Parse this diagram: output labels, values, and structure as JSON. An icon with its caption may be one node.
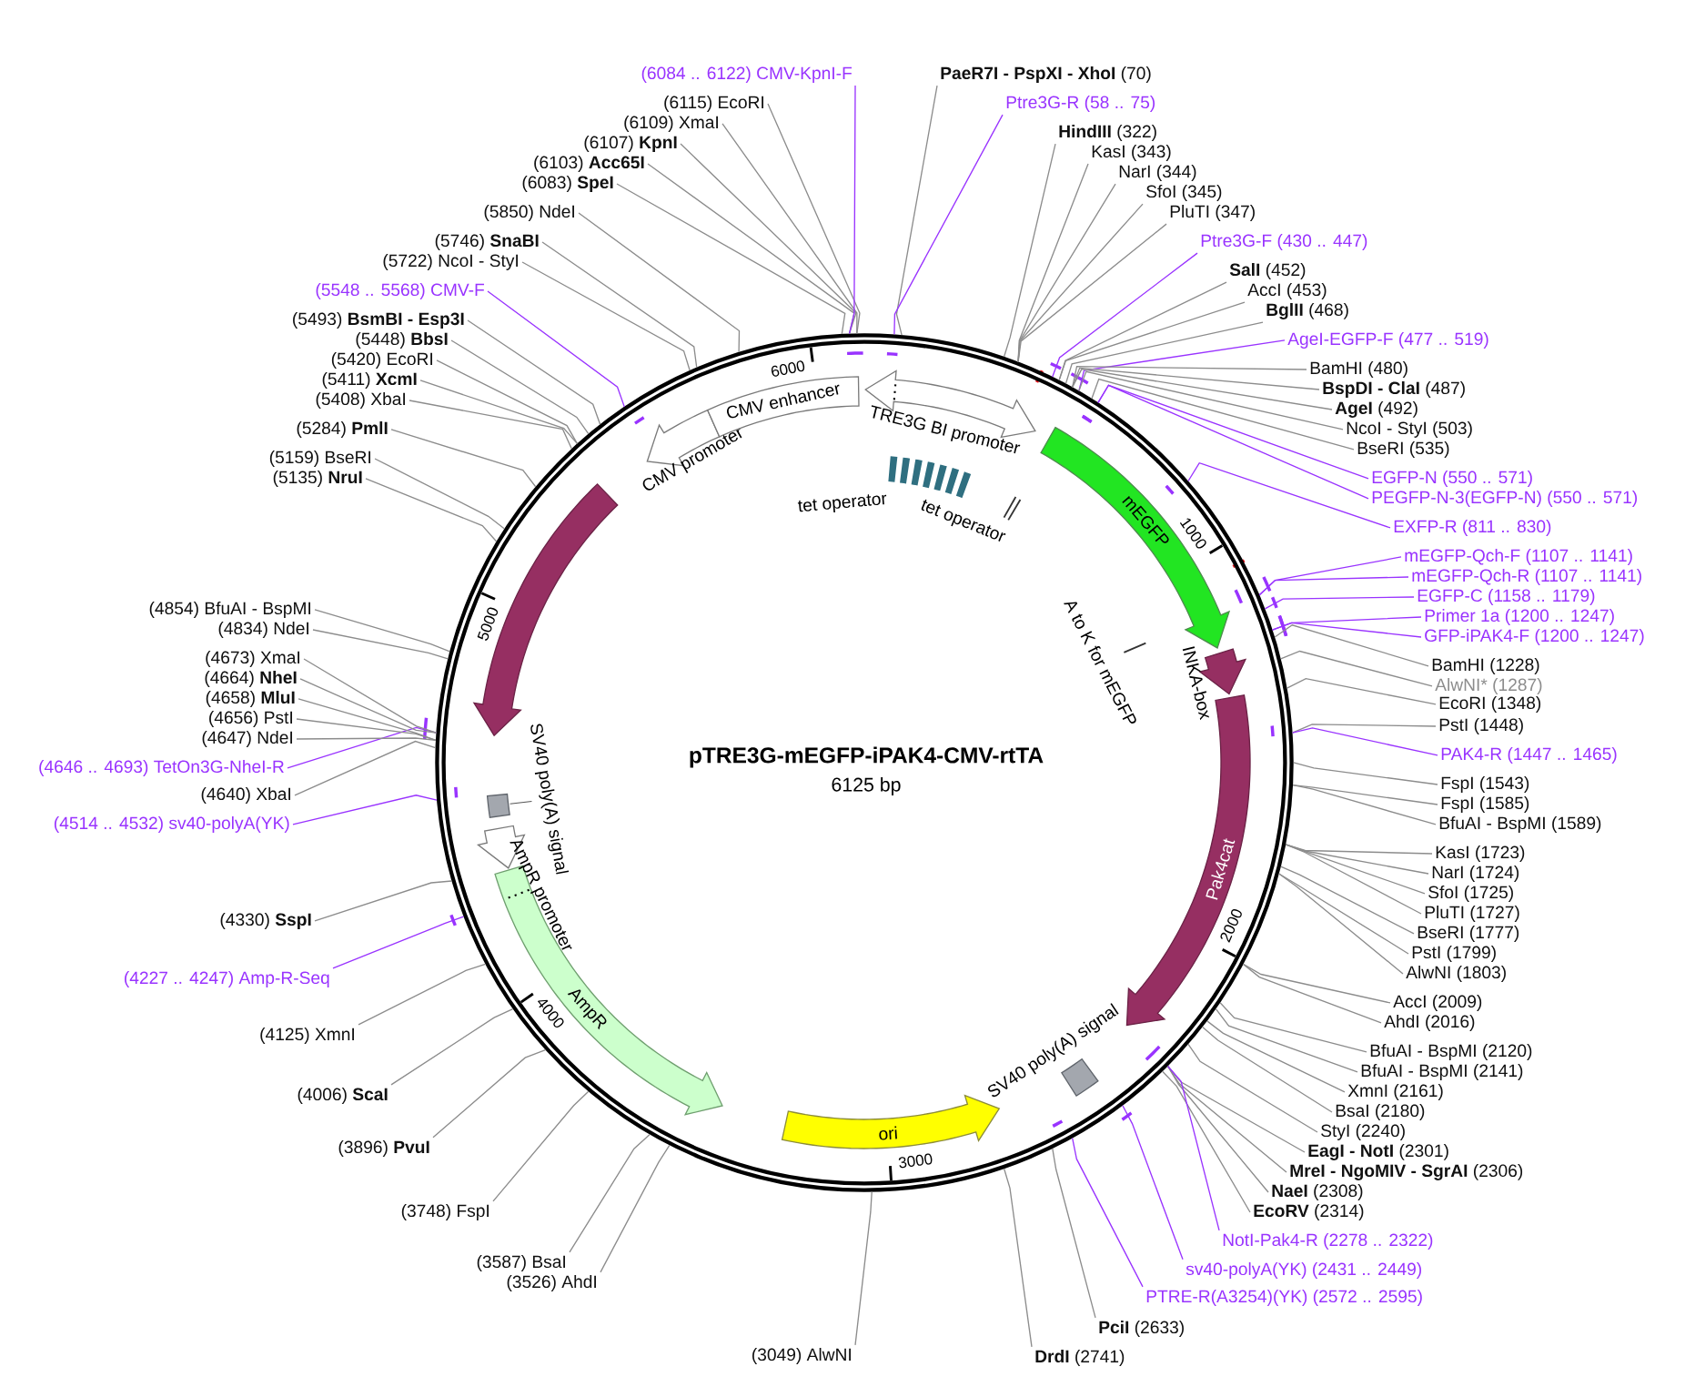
{
  "diagram": {
    "title": "pTRE3G-mEGFP-iPAK4-CMV-rtTA",
    "nodes": [
      {
        "text": [
          "**PaeR7I - PspXI - XhoI** (70)"
        ]
      },
      {
        "text": [
          "Ptre3G-R (58 .. 75)"
        ]
      },
      {
        "text": [
          "**HindIII** (322)"
        ]
      },
      {
        "text": [
          "KasI (343)"
        ]
      },
      {
        "text": [
          "NarI (344)"
        ]
      },
      {
        "text": [
          "SfoI (345)"
        ]
      },
      {
        "text": [
          "PluTI (347)"
        ]
      },
      {
        "text": [
          "Ptre3G-F (430 .. 447)"
        ]
      },
      {
        "text": [
          "**SalI** (452)"
        ]
      },
      {
        "text": [
          "AccI (453)"
        ]
      },
      {
        "text": [
          "**BglII** (468)"
        ]
      },
      {
        "text": [
          "AgeI-EGFP-F (477 .. 519)"
        ]
      },
      {
        "text": [
          "BamHI (480)"
        ]
      },
      {
        "text": [
          "**BspDI - ClaI** (487)"
        ]
      },
      {
        "text": [
          "**AgeI** (492)"
        ]
      },
      {
        "text": [
          "NcoI - StyI (503)"
        ]
      },
      {
        "text": [
          "BseRI (535)"
        ]
      },
      {
        "text": [
          "EGFP-N (550 .. 571)"
        ]
      },
      {
        "text": [
          "PEGFP-N-3(EGFP-N) (550 .. 571)"
        ]
      },
      {
        "text": [
          "EXFP-R (811 .. 830)"
        ]
      },
      {
        "text": [
          "mEGFP-Qch-F (1107 .. 1141)"
        ]
      },
      {
        "text": [
          "mEGFP-Qch-R (1107 .. 1141)"
        ]
      },
      {
        "text": [
          "EGFP-C (1158 .. 1179)"
        ]
      },
      {
        "text": [
          "Primer 1a (1200 .. 1247)"
        ]
      },
      {
        "text": [
          "GFP-iPAK4-F (1200 .. 1247)"
        ]
      },
      {
        "text": [
          "BamHI (1228)"
        ]
      },
      {
        "text": [
          "AlwNI* (1287)"
        ]
      },
      {
        "text": [
          "EcoRI (1348)"
        ]
      },
      {
        "text": [
          "PstI (1448)"
        ]
      },
      {
        "text": [
          "PAK4-R (1447 .. 1465)"
        ]
      },
      {
        "text": [
          "FspI (1543)"
        ]
      },
      {
        "text": [
          "FspI (1585)"
        ]
      },
      {
        "text": [
          "BfuAI - BspMI (1589)"
        ]
      },
      {
        "text": [
          "KasI (1723)"
        ]
      },
      {
        "text": [
          "NarI (1724)"
        ]
      },
      {
        "text": [
          "SfoI (1725)"
        ]
      },
      {
        "text": [
          "PluTI (1727)"
        ]
      },
      {
        "text": [
          "BseRI (1777)"
        ]
      },
      {
        "text": [
          "PstI (1799)"
        ]
      },
      {
        "text": [
          "AlwNI (1803)"
        ]
      },
      {
        "text": [
          "AccI (2009)"
        ]
      },
      {
        "text": [
          "AhdI (2016)"
        ]
      },
      {
        "text": [
          "BfuAI - BspMI (2120)"
        ]
      },
      {
        "text": [
          "BfuAI - BspMI (2141)"
        ]
      },
      {
        "text": [
          "XmnI (2161)"
        ]
      },
      {
        "text": [
          "BsaI (2180)"
        ]
      },
      {
        "text": [
          "StyI (2240)"
        ]
      },
      {
        "text": [
          "**EagI - NotI** (2301)"
        ]
      },
      {
        "text": [
          "**MreI - NgoMIV - SgrAI** (2306)"
        ]
      },
      {
        "text": [
          "**NaeI** (2308)"
        ]
      },
      {
        "text": [
          "**EcoRV** (2314)"
        ]
      },
      {
        "text": [
          "NotI-Pak4-R (2278 .. 2322)"
        ]
      },
      {
        "text": [
          "sv40-polyA(YK) (2431 .. 2449)"
        ]
      },
      {
        "text": [
          "PTRE-R(A3254)(YK) (2572 .. 2595)"
        ]
      },
      {
        "text": [
          "**PciI** (2633)"
        ]
      },
      {
        "text": [
          "**DrdI** (2741)"
        ]
      },
      {
        "text": [
          "(3049) AlwNI"
        ]
      },
      {
        "text": [
          "(3526) AhdI"
        ]
      },
      {
        "text": [
          "(3587) BsaI"
        ]
      },
      {
        "text": [
          "(3748) FspI"
        ]
      },
      {
        "text": [
          "(3896) **PvuI**"
        ]
      },
      {
        "text": [
          "(4006) **ScaI**"
        ]
      },
      {
        "text": [
          "(4125) XmnI"
        ]
      },
      {
        "text": [
          "(4227 .. 4247) Amp-R-Seq"
        ]
      },
      {
        "text": [
          "(4330) **SspI**"
        ]
      },
      {
        "text": [
          "(4514 .. 4532) sv40-polyA(YK)"
        ]
      },
      {
        "text": [
          "(4640) XbaI"
        ]
      },
      {
        "text": [
          "(4646 .. 4693) TetOn3G-NheI-R"
        ]
      },
      {
        "text": [
          "(4647) NdeI"
        ]
      },
      {
        "text": [
          "(4656) PstI"
        ]
      },
      {
        "text": [
          "(4658) **MluI**"
        ]
      },
      {
        "text": [
          "(4664) **NheI**"
        ]
      },
      {
        "text": [
          "(4673) XmaI"
        ]
      },
      {
        "text": [
          "(4834) NdeI"
        ]
      },
      {
        "text": [
          "(4854) BfuAI - BspMI"
        ]
      },
      {
        "text": [
          "(5135) **NruI**"
        ]
      },
      {
        "text": [
          "(5159) BseRI"
        ]
      },
      {
        "text": [
          "(5284) **PmlI**"
        ]
      },
      {
        "text": [
          "(5408) XbaI"
        ]
      },
      {
        "text": [
          "(5411) **XcmI**"
        ]
      },
      {
        "text": [
          "(5420) EcoRI"
        ]
      },
      {
        "text": [
          "(5448) **BbsI**"
        ]
      },
      {
        "text": [
          "(5493) **BsmBI - Esp3I**"
        ]
      },
      {
        "text": [
          "(5548 .. 5568) CMV-F"
        ]
      },
      {
        "text": [
          "(5722) NcoI - StyI"
        ]
      },
      {
        "text": [
          "(5746) **SnaBI**"
        ]
      },
      {
        "text": [
          "(5850) NdeI"
        ]
      },
      {
        "text": [
          "(6083) **SpeI**"
        ]
      },
      {
        "text": [
          "(6103) **Acc65I**"
        ]
      },
      {
        "text": [
          "(6107) **KpnI**"
        ]
      },
      {
        "text": [
          "(6109) XmaI"
        ]
      },
      {
        "text": [
          "(6115) EcoRI"
        ]
      },
      {
        "text": [
          "(6084 .. 6122) CMV-KpnI-F"
        ]
      },
      {
        "text": [],
        "shape": "circle"
      },
      {
        "text": [
          "TRE3G BI promoter"
        ],
        "in": 93
      },
      {
        "text": [
          "mEGFP"
        ],
        "in": 93
      },
      {
        "text": [
          "INKA-box"
        ],
        "in": 93
      },
      {
        "text": [
          "Pak4cat"
        ],
        "in": 93
      },
      {
        "text": [
          "SV40 poly(A) signal"
        ],
        "in": 93
      },
      {
        "text": [
          "ori"
        ],
        "in": 93
      },
      {
        "text": [
          "AmpR"
        ],
        "in": 93
      },
      {
        "text": [
          "AmpR promoter"
        ],
        "in": 93
      },
      {
        "text": [
          "SV40 poly(A) signal"
        ],
        "in": 93
      },
      {
        "text": [],
        "shape": "arrow",
        "in": 93
      },
      {
        "text": [
          "CMV promoter"
        ],
        "in": 93
      },
      {
        "text": [
          "CMV enhancer"
        ],
        "in": 93
      },
      {
        "text": [
          "tet operator"
        ],
        "in": 93
      },
      {
        "text": [
          "tet operator"
        ],
        "in": 93
      },
      {
        "text": [
          "A to K for mEGFP"
        ],
        "in": 93
      }
    ],
    "edges": [
      {
        "from": 0,
        "to": 93,
        "arrow": "none"
      },
      {
        "from": 1,
        "to": 93,
        "arrow": "none",
        "color": "#9933ff"
      },
      {
        "from": 2,
        "to": 93,
        "arrow": "none"
      },
      {
        "from": 3,
        "to": 93,
        "arrow": "none"
      },
      {
        "from": 4,
        "to": 93,
        "arrow": "none"
      },
      {
        "from": 5,
        "to": 93,
        "arrow": "none"
      },
      {
        "from": 6,
        "to": 93,
        "arrow": "none"
      },
      {
        "from": 7,
        "to": 93,
        "arrow": "none",
        "color": "#9933ff"
      },
      {
        "from": 8,
        "to": 93,
        "arrow": "none"
      },
      {
        "from": 9,
        "to": 93,
        "arrow": "none"
      },
      {
        "from": 10,
        "to": 93,
        "arrow": "none"
      },
      {
        "from": 11,
        "to": 93,
        "arrow": "none",
        "color": "#9933ff"
      },
      {
        "from": 12,
        "to": 93,
        "arrow": "none"
      },
      {
        "from": 13,
        "to": 93,
        "arrow": "none"
      },
      {
        "from": 14,
        "to": 93,
        "arrow": "none"
      },
      {
        "from": 15,
        "to": 93,
        "arrow": "none"
      },
      {
        "from": 16,
        "to": 93,
        "arrow": "none"
      },
      {
        "from": 17,
        "to": 93,
        "arrow": "none",
        "color": "#9933ff"
      },
      {
        "from": 18,
        "to": 93,
        "arrow": "none",
        "color": "#9933ff"
      },
      {
        "from": 19,
        "to": 93,
        "arrow": "none",
        "color": "#9933ff"
      },
      {
        "from": 20,
        "to": 93,
        "arrow": "none",
        "color": "#9933ff"
      },
      {
        "from": 21,
        "to": 93,
        "arrow": "none",
        "color": "#9933ff"
      },
      {
        "from": 22,
        "to": 93,
        "arrow": "none",
        "color": "#9933ff"
      },
      {
        "from": 23,
        "to": 93,
        "arrow": "none",
        "color": "#9933ff"
      },
      {
        "from": 24,
        "to": 93,
        "arrow": "none",
        "color": "#9933ff"
      },
      {
        "from": 25,
        "to": 93,
        "arrow": "none"
      },
      {
        "from": 26,
        "to": 93,
        "arrow": "none"
      },
      {
        "from": 27,
        "to": 93,
        "arrow": "none"
      },
      {
        "from": 28,
        "to": 93,
        "arrow": "none"
      },
      {
        "from": 29,
        "to": 93,
        "arrow": "none",
        "color": "#9933ff"
      },
      {
        "from": 30,
        "to": 93,
        "arrow": "none"
      },
      {
        "from": 31,
        "to": 93,
        "arrow": "none"
      },
      {
        "from": 32,
        "to": 93,
        "arrow": "none"
      },
      {
        "from": 33,
        "to": 93,
        "arrow": "none"
      },
      {
        "from": 34,
        "to": 93,
        "arrow": "none"
      },
      {
        "from": 35,
        "to": 93,
        "arrow": "none"
      },
      {
        "from": 36,
        "to": 93,
        "arrow": "none"
      },
      {
        "from": 37,
        "to": 93,
        "arrow": "none"
      },
      {
        "from": 38,
        "to": 93,
        "arrow": "none"
      },
      {
        "from": 39,
        "to": 93,
        "arrow": "none"
      },
      {
        "from": 40,
        "to": 93,
        "arrow": "none"
      },
      {
        "from": 41,
        "to": 93,
        "arrow": "none"
      },
      {
        "from": 42,
        "to": 93,
        "arrow": "none"
      },
      {
        "from": 43,
        "to": 93,
        "arrow": "none"
      },
      {
        "from": 44,
        "to": 93,
        "arrow": "none"
      },
      {
        "from": 45,
        "to": 93,
        "arrow": "none"
      },
      {
        "from": 46,
        "to": 93,
        "arrow": "none"
      },
      {
        "from": 47,
        "to": 93,
        "arrow": "none"
      },
      {
        "from": 48,
        "to": 93,
        "arrow": "none"
      },
      {
        "from": 49,
        "to": 93,
        "arrow": "none"
      },
      {
        "from": 50,
        "to": 93,
        "arrow": "none"
      },
      {
        "from": 51,
        "to": 93,
        "arrow": "none",
        "color": "#9933ff"
      },
      {
        "from": 52,
        "to": 93,
        "arrow": "none",
        "color": "#9933ff"
      },
      {
        "from": 53,
        "to": 93,
        "arrow": "none",
        "color": "#9933ff"
      },
      {
        "from": 54,
        "to": 93,
        "arrow": "none"
      },
      {
        "from": 55,
        "to": 93,
        "arrow": "none"
      },
      {
        "from": 56,
        "to": 93,
        "arrow": "none"
      },
      {
        "from": 57,
        "to": 93,
        "arrow": "none"
      },
      {
        "from": 58,
        "to": 93,
        "arrow": "none"
      },
      {
        "from": 59,
        "to": 93,
        "arrow": "none"
      },
      {
        "from": 60,
        "to": 93,
        "arrow": "none"
      },
      {
        "from": 61,
        "to": 93,
        "arrow": "none"
      },
      {
        "from": 62,
        "to": 93,
        "arrow": "none"
      },
      {
        "from": 63,
        "to": 93,
        "arrow": "none",
        "color": "#9933ff"
      },
      {
        "from": 64,
        "to": 93,
        "arrow": "none"
      },
      {
        "from": 65,
        "to": 93,
        "arrow": "none",
        "color": "#9933ff"
      },
      {
        "from": 66,
        "to": 93,
        "arrow": "none"
      },
      {
        "from": 67,
        "to": 93,
        "arrow": "none",
        "color": "#9933ff"
      },
      {
        "from": 68,
        "to": 93,
        "arrow": "none"
      },
      {
        "from": 69,
        "to": 93,
        "arrow": "none"
      },
      {
        "from": 70,
        "to": 93,
        "arrow": "none"
      },
      {
        "from": 71,
        "to": 93,
        "arrow": "none"
      },
      {
        "from": 72,
        "to": 93,
        "arrow": "none"
      },
      {
        "from": 73,
        "to": 93,
        "arrow": "none"
      },
      {
        "from": 74,
        "to": 93,
        "arrow": "none"
      },
      {
        "from": 75,
        "to": 93,
        "arrow": "none"
      },
      {
        "from": 76,
        "to": 93,
        "arrow": "none"
      },
      {
        "from": 77,
        "to": 93,
        "arrow": "none"
      },
      {
        "from": 78,
        "to": 93,
        "arrow": "none"
      },
      {
        "from": 79,
        "to": 93,
        "arrow": "none"
      },
      {
        "from": 80,
        "to": 93,
        "arrow": "none"
      },
      {
        "from": 81,
        "to": 93,
        "arrow": "none"
      },
      {
        "from": 82,
        "to": 93,
        "arrow": "none"
      },
      {
        "from": 83,
        "to": 93,
        "arrow": "none",
        "color": "#9933ff"
      },
      {
        "from": 84,
        "to": 93,
        "arrow": "none"
      },
      {
        "from": 85,
        "to": 93,
        "arrow": "none"
      },
      {
        "from": 86,
        "to": 93,
        "arrow": "none"
      },
      {
        "from": 87,
        "to": 93,
        "arrow": "none"
      },
      {
        "from": 88,
        "to": 93,
        "arrow": "none"
      },
      {
        "from": 89,
        "to": 93,
        "arrow": "none"
      },
      {
        "from": 90,
        "to": 93,
        "arrow": "none"
      },
      {
        "from": 91,
        "to": 93,
        "arrow": "none"
      },
      {
        "from": 92,
        "to": 93,
        "arrow": "none",
        "color": "#9933ff"
      }
    ],
    "labels": [
      "6125 bp",
      "1000",
      "2000",
      "3000",
      "4000",
      "5000",
      "6000"
    ]
  }
}
